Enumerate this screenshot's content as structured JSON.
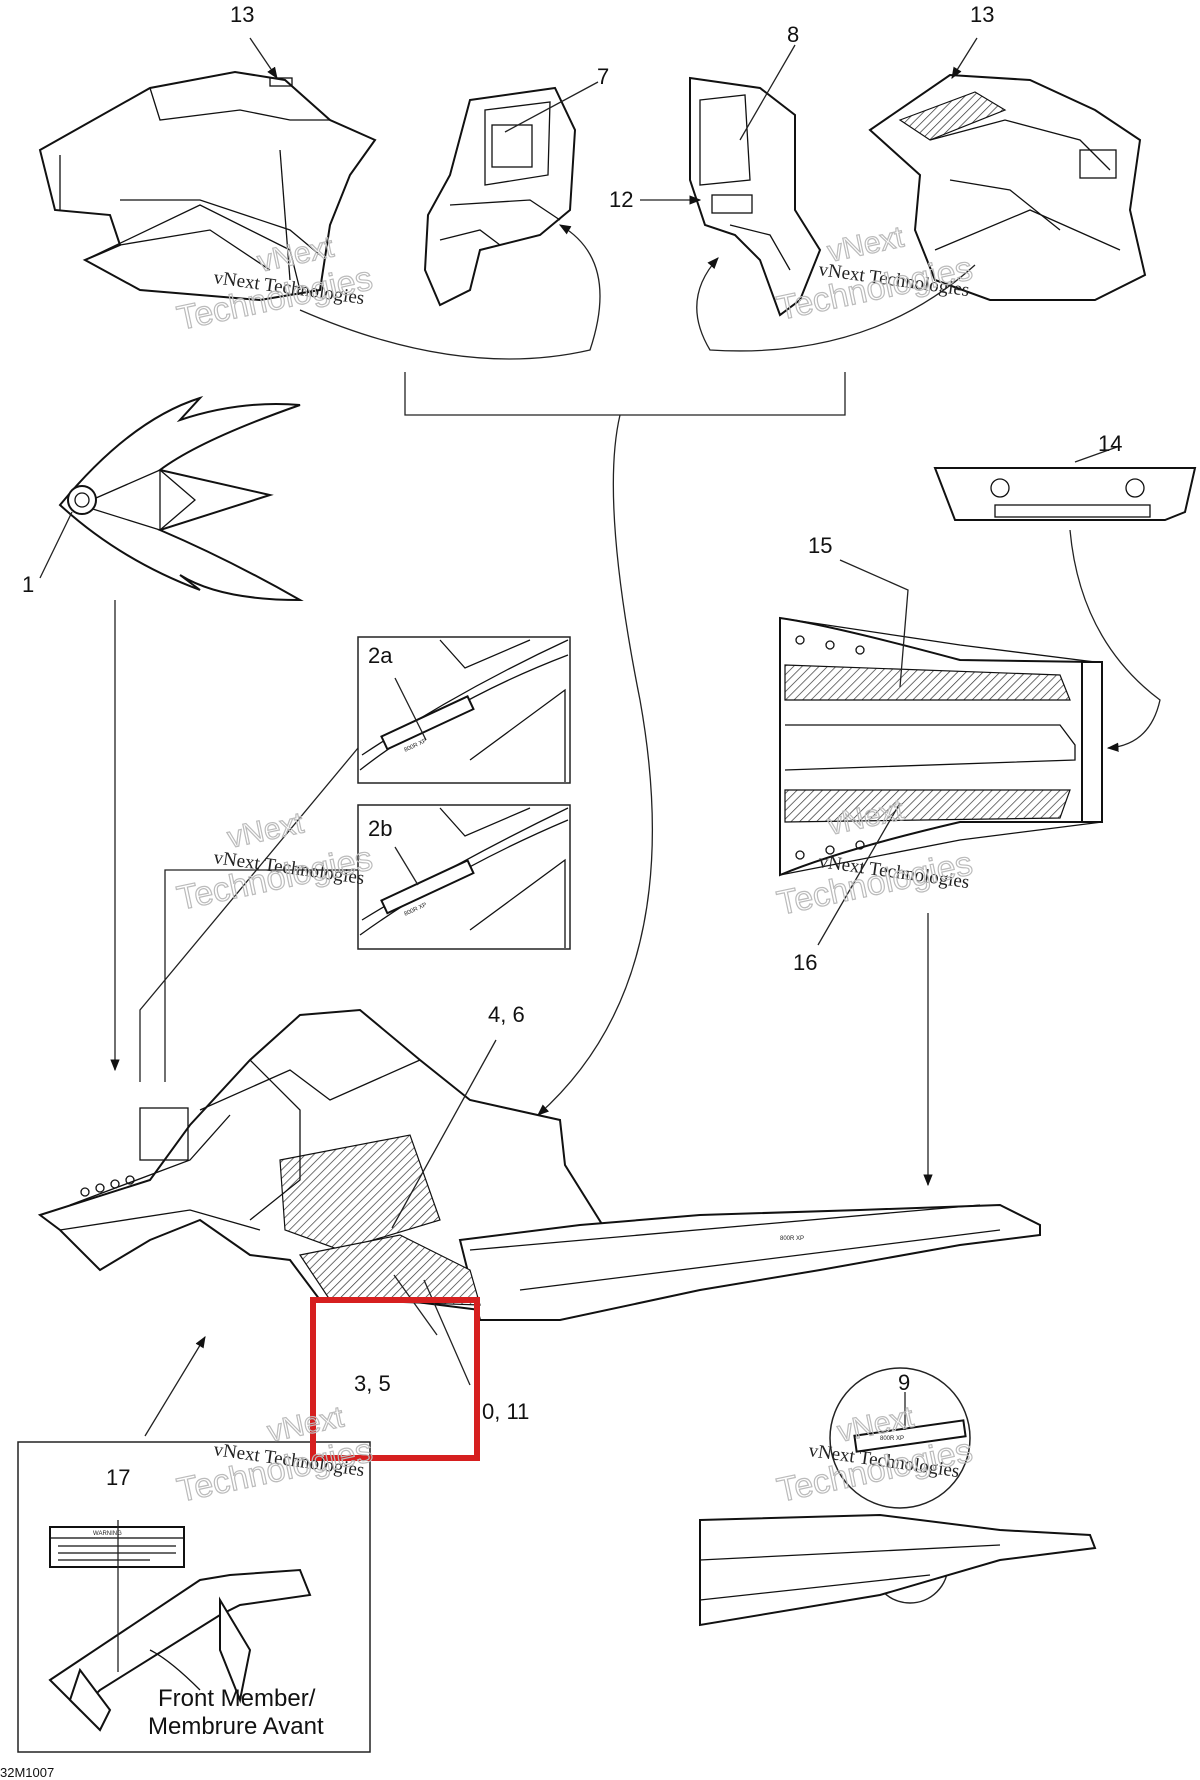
{
  "diagram": {
    "callouts": {
      "c1": "1",
      "c2a": "2a",
      "c2b": "2b",
      "c35": "3, 5",
      "c46": "4, 6",
      "c7": "7",
      "c8": "8",
      "c9": "9",
      "c1011": "0, 11",
      "c12": "12",
      "c13left": "13",
      "c13right": "13",
      "c14": "14",
      "c15": "15",
      "c16": "16",
      "c17": "17"
    },
    "front_member_line1": "Front Member/",
    "front_member_line2": "Membrure Avant",
    "drawing_code": "32M1007",
    "warning_label": "WARNING",
    "decal_text": "800R XP",
    "watermark_line1": "vNext",
    "watermark_line2": "vNext Technologies",
    "watermark_line3": "Technologies"
  }
}
